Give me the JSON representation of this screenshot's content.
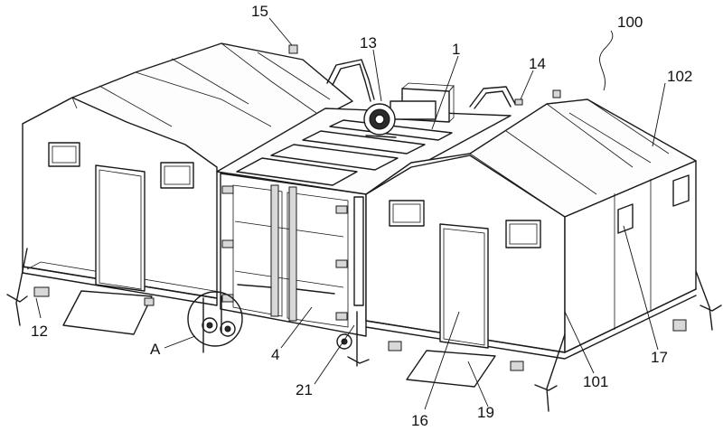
{
  "labels": {
    "l1": "1",
    "l4": "4",
    "l12": "12",
    "l13": "13",
    "l14": "14",
    "l15": "15",
    "l16": "16",
    "l17": "17",
    "l19": "19",
    "l21": "21",
    "l100": "100",
    "l101": "101",
    "l102": "102",
    "lA": "A"
  }
}
